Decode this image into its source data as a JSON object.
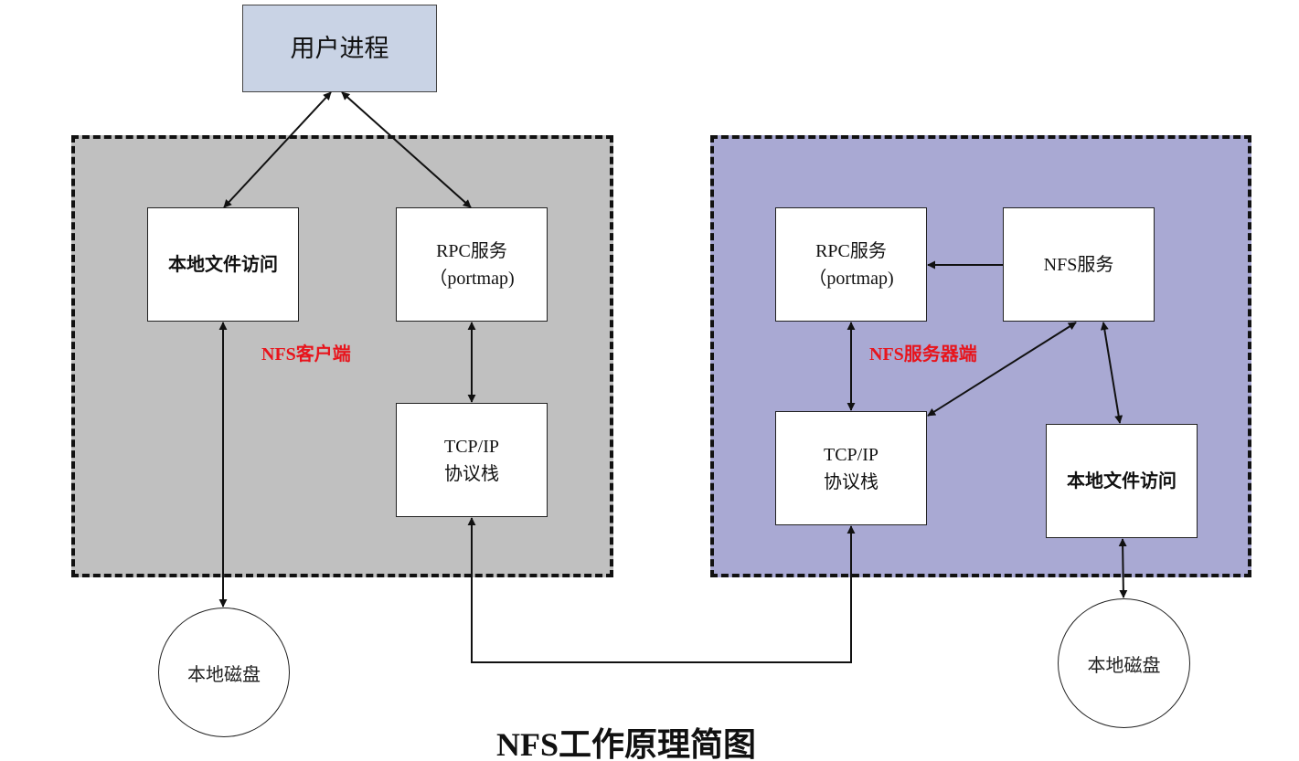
{
  "title": "NFS工作原理简图",
  "user_process": "用户进程",
  "client": {
    "label": "NFS客户端",
    "local_file_access": "本地文件访问",
    "rpc_service": {
      "line1": "RPC服务",
      "line2": "（portmap)"
    },
    "tcp_ip": {
      "line1": "TCP/IP",
      "line2": "协议栈"
    },
    "local_disk": "本地磁盘"
  },
  "server": {
    "label": "NFS服务器端",
    "rpc_service": {
      "line1": "RPC服务",
      "line2": "（portmap)"
    },
    "nfs_service": "NFS服务",
    "tcp_ip": {
      "line1": "TCP/IP",
      "line2": "协议栈"
    },
    "local_file_access": "本地文件访问",
    "local_disk": "本地磁盘"
  },
  "colors": {
    "client_region": "#c0c0c0",
    "server_region": "#a9a9d3",
    "user_process_fill": "#c9d3e5",
    "region_label": "#e8141c"
  }
}
